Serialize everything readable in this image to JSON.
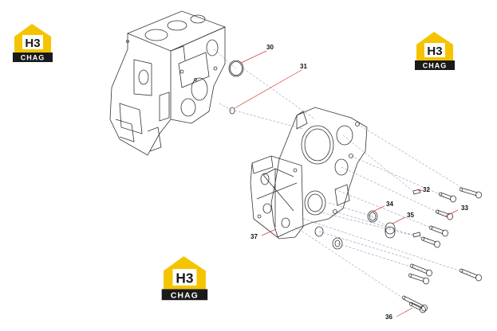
{
  "logo": {
    "mark": "H3",
    "word": "CHAG",
    "accent": "#f5c400",
    "dark": "#1a1a1a"
  },
  "callouts": [
    "30",
    "31",
    "32",
    "33",
    "34",
    "35",
    "36",
    "37"
  ],
  "colors": {
    "line": "#333333",
    "leader": "#d23c3c",
    "guide": "#7a7aa8"
  }
}
